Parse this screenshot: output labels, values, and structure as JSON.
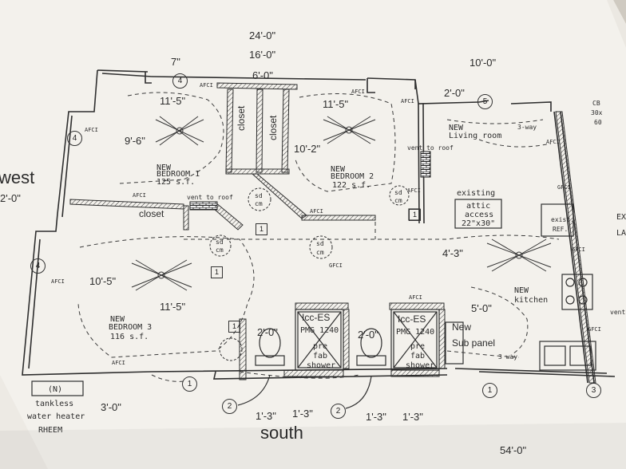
{
  "dimensions": {
    "overall_width": "24'-0\"",
    "overall_top_inner": "16'-0\"",
    "seven": "7\"",
    "top_6ft": "6'-0\"",
    "top_right_10ft": "10'-0\"",
    "top_right_2ft": "2'-0\"",
    "br1_width": "11'-5\"",
    "br2_width": "11'-5\"",
    "br1_depth": "9'-6\"",
    "br2_depth": "10'-2\"",
    "br3_depth": "10'-5\"",
    "br3_width": "11'-5\"",
    "hall": "4'-3\"",
    "bath1_width": "2'-0\"",
    "bath2_width": "2'-0\"",
    "kitchen": "5'-0\"",
    "bottom_left": "3'-0\"",
    "b1": "1'-3\"",
    "b2": "1'-3\"",
    "b3": "1'-3\"",
    "b4": "1'-3\"",
    "overall_length": "54'-0\"",
    "left_edge": "2'-0\""
  },
  "rooms": {
    "br1_new": "NEW",
    "br1_name": "BEDROOM 1",
    "br1_area": "125 s.f.",
    "br2_new": "NEW",
    "br2_name": "BEDROOM 2",
    "br2_area": "122 s.f.",
    "br3_new": "NEW",
    "br3_name": "BEDROOM 3",
    "br3_area": "116 s.f.",
    "living_new": "NEW",
    "living_name": "Living room",
    "kitchen_new": "NEW",
    "kitchen_name": "kitchen",
    "closet1": "closet",
    "closet2": "closet",
    "closet3": "closet"
  },
  "fixtures": {
    "shower1_code": "Icc-ES",
    "shower1_pmg": "PMG 1240",
    "shower1_pre": "pre",
    "shower1_fab": "fab",
    "shower1_name": "shower",
    "shower2_code": "Icc-ES",
    "shower2_pmg": "PMG 1240",
    "shower2_pre": "pre",
    "shower2_fab": "fab",
    "shower2_name": "shower",
    "sd_cm": [
      "sd",
      "cm"
    ],
    "vent_roof": "vent to roof",
    "vent_roof2": "vent to roof",
    "attic1": "existing",
    "attic2": "attic",
    "attic3": "access",
    "attic4": "22\"x30\"",
    "ref1": "exist.",
    "ref2": "REF.",
    "sub_new": "New",
    "sub_panel": "Sub panel",
    "water_n": "(N)",
    "water1": "tankless",
    "water2": "water heater",
    "water3": "RHEEM",
    "three_way_1": "3-way",
    "three_way_2": "3 way",
    "gfci": "GFCI",
    "afci": "AFCI",
    "cb": "CB",
    "cb2": "30x",
    "cb3": "60"
  },
  "labels": {
    "south": "south",
    "west": "west",
    "ext": "EXT",
    "ext2": "LA",
    "vent_right": "vent"
  },
  "callouts": {
    "c1": "1",
    "c2": "2",
    "c3": "3",
    "c4": "4",
    "c5": "5"
  },
  "colors": {
    "paper": "#f4f2ee",
    "ink": "#2b2b2b",
    "table": "#c9c4bb"
  }
}
